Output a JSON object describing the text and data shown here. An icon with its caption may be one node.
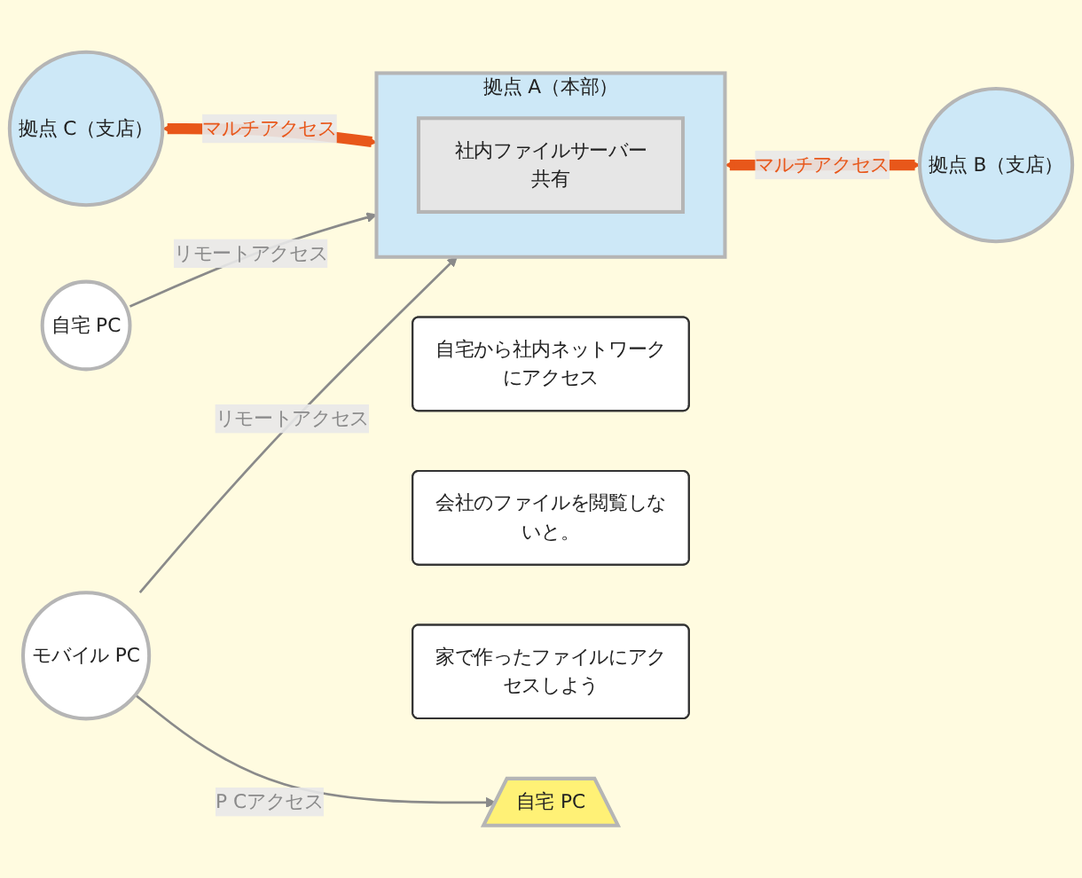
{
  "diagram": {
    "nodes": [
      {
        "text": [
          "自宅 PC"
        ]
      },
      {
        "text": [
          "自宅から社内ネットワークにアクセス"
        ]
      },
      {
        "text": [
          "拠点 A（本部）"
        ]
      },
      {
        "text": [
          "社内ファイルサーバー",
          "共有"
        ],
        "in": 2
      },
      {
        "text": [
          "拠点 B（支店）"
        ]
      },
      {
        "text": [
          "自宅 PC"
        ]
      },
      {
        "text": [
          "家で作ったファイルにアクセスしよう"
        ]
      },
      {
        "text": [
          "拠点 C（支店）"
        ]
      },
      {
        "text": [
          "モバイル PC"
        ]
      },
      {
        "text": [
          "会社のファイルを閲覧しないと。"
        ]
      }
    ],
    "edges": [
      {
        "from": 0,
        "to": 2,
        "arrow": "to",
        "label": "リモートアクセス"
      },
      {
        "from": 2,
        "to": 4,
        "arrow": "both",
        "label": "マルチアクセス",
        "style": "thick",
        "color": "#e8571a"
      },
      {
        "from": 7,
        "to": 2,
        "arrow": "both",
        "label": "マルチアクセス",
        "style": "thick",
        "color": "#e8571a"
      },
      {
        "from": 8,
        "to": 2,
        "arrow": "to",
        "label": "リモートアクセス"
      },
      {
        "from": 8,
        "to": 5,
        "arrow": "to",
        "label": "P Cアクセス"
      }
    ]
  }
}
